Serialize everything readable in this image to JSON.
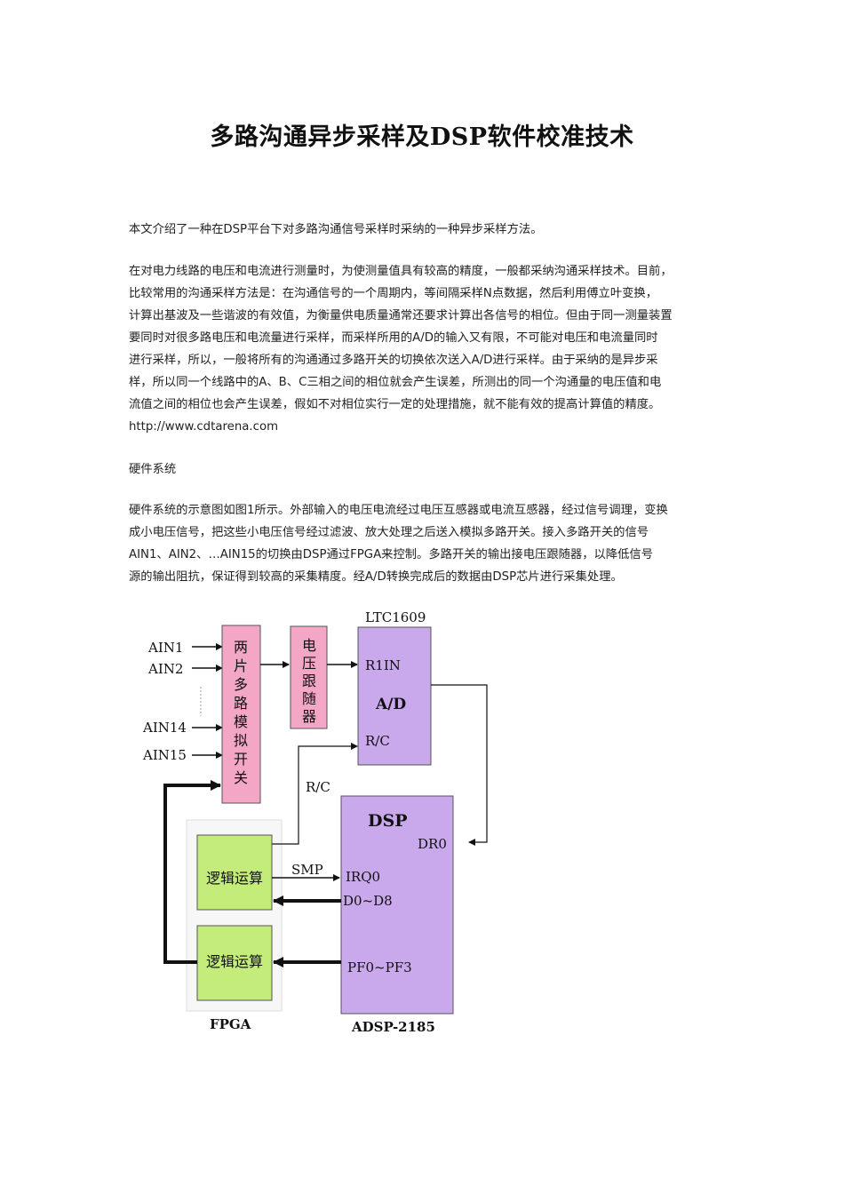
{
  "title": "多路沟通异步采样及DSP软件校准技术",
  "intro": "本文介绍了一种在DSP平台下对多路沟通信号采样时采纳的一种异步采样方法。",
  "para1": [
    "在对电力线路的电压和电流进行测量时，为使测量值具有较高的精度，一般都采纳沟通采样技术。目前，",
    "比较常用的沟通采样方法是：在沟通信号的一个周期内，等间隔采样N点数据，然后利用傅立叶变换，",
    "计算出基波及一些谐波的有效值，为衡量供电质量通常还要求计算出各信号的相位。但由于同一测量装置",
    "要同时对很多路电压和电流量进行采样，而采样所用的A/D的输入又有限，不可能对电压和电流量同时",
    "进行采样，所以，一般将所有的沟通通过多路开关的切换依次送入A/D进行采样。由于采纳的是异步采",
    "样，所以同一个线路中的A、B、C三相之间的相位就会产生误差，所测出的同一个沟通量的电压值和电",
    "流值之间的相位也会产生误差，假如不对相位实行一定的处理措施，就不能有效的提高计算值的精度。",
    "http://www.cdtarena.com"
  ],
  "section_heading": "硬件系统",
  "para2": [
    "硬件系统的示意图如图1所示。外部输入的电压电流经过电压互感器或电流互感器，经过信号调理，变换",
    "成小电压信号，把这些小电压信号经过滤波、放大处理之后送入模拟多路开关。接入多路开关的信号",
    "AIN1、AIN2、…AIN15的切换由DSP通过FPGA来控制。多路开关的输出接电压跟随器，以降低信号",
    "源的输出阻抗，保证得到较高的采集精度。经A/D转换完成后的数据由DSP芯片进行采集处理。"
  ],
  "diagram": {
    "inputs": [
      "AIN1",
      "AIN2",
      "AIN14",
      "AIN15"
    ],
    "mux_label": "两片多路模拟开关",
    "follower_label": "电压跟随器",
    "adc_title": "LTC1609",
    "adc_r1in": "R1IN",
    "adc_ad": "A/D",
    "adc_rc": "R/C",
    "rc_line_label": "R/C",
    "dsp_label": "DSP",
    "dsp_dr0": "DR0",
    "dsp_irq0": "IRQ0",
    "dsp_d0d8": "D0~D8",
    "dsp_pf": "PF0~PF3",
    "dsp_name": "ADSP-2185",
    "smp_label": "SMP",
    "logic1_label": "逻辑运算",
    "logic2_label": "逻辑运算",
    "fpga_label": "FPGA",
    "colors": {
      "mux": "#f4a6c6",
      "adc": "#c9a8ec",
      "dsp": "#c9a8ec",
      "logic": "#c3ec7b"
    }
  }
}
